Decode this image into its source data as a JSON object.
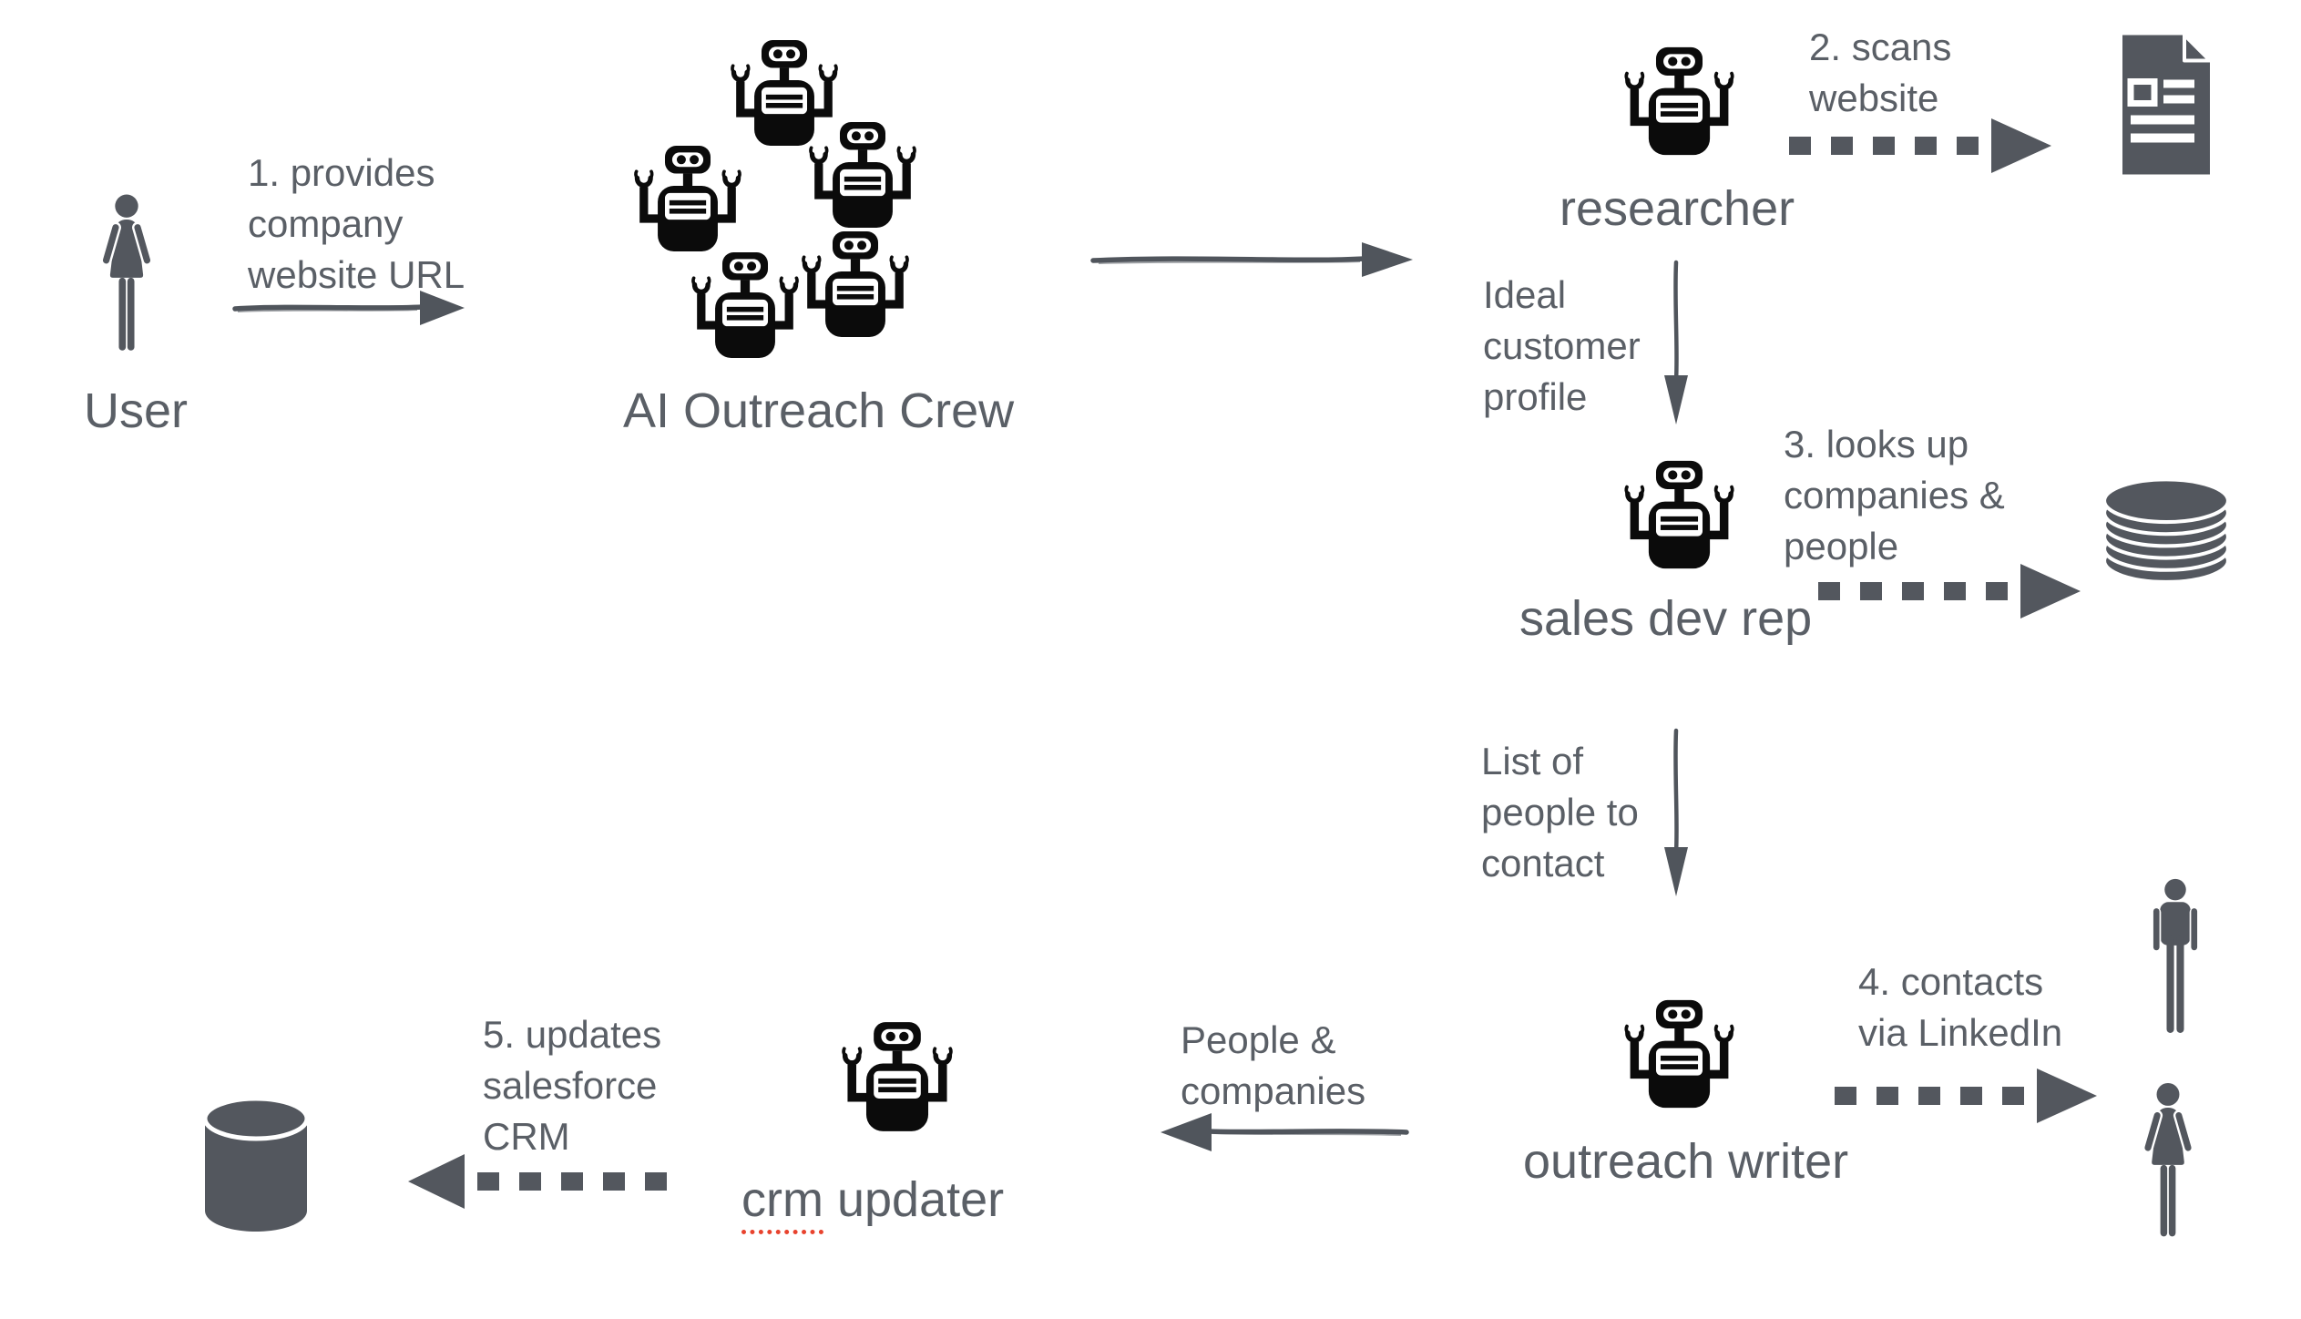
{
  "title": "AI Outreach Crew workflow diagram",
  "palette": {
    "background": "#ffffff",
    "text_gray": "#5a5f66",
    "icon_gray": "#53575e",
    "robot_black": "#0b0b0b",
    "arrow_gray": "#50555c",
    "spellcheck_red": "#e8432e"
  },
  "nodes": {
    "user": {
      "label": "User",
      "icon": "female-person-icon"
    },
    "crew": {
      "label": "AI Outreach Crew",
      "icon": "robot-icon",
      "robot_count": 5
    },
    "researcher": {
      "label": "researcher",
      "icon": "robot-icon"
    },
    "sales_dev_rep": {
      "label": "sales dev rep",
      "icon": "robot-icon"
    },
    "outreach_writer": {
      "label": "outreach writer",
      "icon": "robot-icon"
    },
    "crm_updater": {
      "label_misspelled": "crm",
      "label_rest": " updater",
      "icon": "robot-icon"
    },
    "scanned_website": {
      "icon": "document-icon"
    },
    "companies_people_db": {
      "icon": "database-stack-icon"
    },
    "linkedin_contacts": {
      "icons": [
        "male-person-icon",
        "female-person-icon"
      ]
    },
    "salesforce_crm": {
      "icon": "database-cylinder-icon"
    }
  },
  "annotations": {
    "step1": "1. provides\ncompany\nwebsite URL",
    "step2": "2. scans\nwebsite",
    "step3": "3. looks up\ncompanies &\npeople",
    "step4": "4. contacts\nvia LinkedIn",
    "step5": "5. updates\nsalesforce\nCRM",
    "ideal_customer_profile": "Ideal\ncustomer\nprofile",
    "list_of_people": "List of\npeople to\ncontact",
    "people_companies": "People &\ncompanies"
  }
}
